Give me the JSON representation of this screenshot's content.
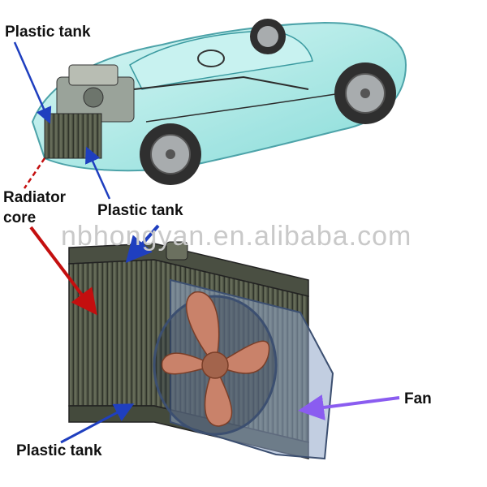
{
  "labels": {
    "plastic_tank_top": "Plastic tank",
    "radiator_core": "Radiator\ncore",
    "plastic_tank_mid": "Plastic tank",
    "fan": "Fan",
    "plastic_tank_bottom": "Plastic tank"
  },
  "watermark": "nbhongyan.en.alibaba.com",
  "colors": {
    "car_body": "#8fe3df",
    "arrow_blue": "#1f3fbf",
    "arrow_red": "#c40f0f",
    "arrow_purple": "#8a5cf0",
    "fan_blade": "#c9826a",
    "radiator": "#5b6150",
    "shroud": "#8fa6c9"
  }
}
